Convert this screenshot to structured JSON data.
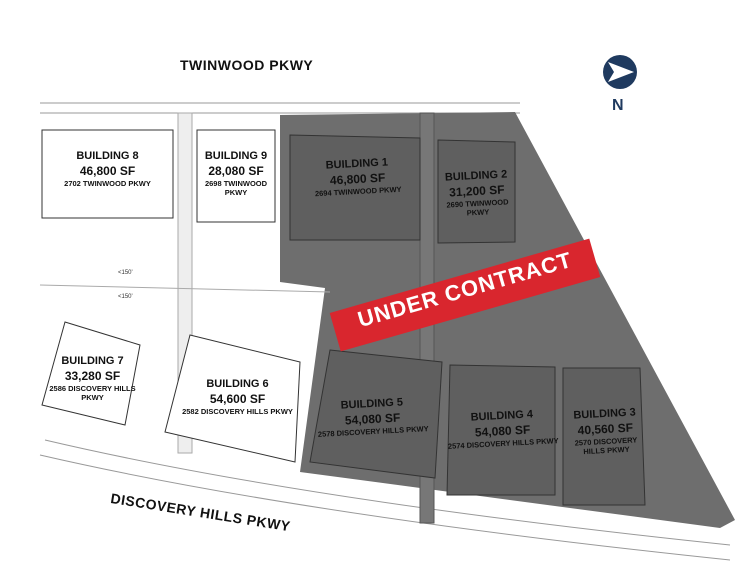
{
  "roads": {
    "north": "TWINWOOD PKWY",
    "south": "DISCOVERY HILLS PKWY"
  },
  "north_arrow": {
    "label": "N",
    "color": "#1f3a5f"
  },
  "banner": {
    "text": "UNDER CONTRACT",
    "color": "#d9262e"
  },
  "shaded_color": "#6e6e6e",
  "dimension_labels": [
    "<150'",
    "<150'"
  ],
  "buildings": [
    {
      "name": "BUILDING 8",
      "area": "46,800 SF",
      "address": "2702 TWINWOOD PKWY",
      "under_contract": false
    },
    {
      "name": "BUILDING 9",
      "area": "28,080 SF",
      "address": "2698 TWINWOOD PKWY",
      "under_contract": false
    },
    {
      "name": "BUILDING 1",
      "area": "46,800 SF",
      "address": "2694 TWINWOOD PKWY",
      "under_contract": true
    },
    {
      "name": "BUILDING 2",
      "area": "31,200 SF",
      "address": "2690 TWINWOOD PKWY",
      "under_contract": true
    },
    {
      "name": "BUILDING 7",
      "area": "33,280 SF",
      "address": "2586 DISCOVERY HILLS PKWY",
      "under_contract": false
    },
    {
      "name": "BUILDING 6",
      "area": "54,600 SF",
      "address": "2582 DISCOVERY HILLS PKWY",
      "under_contract": false
    },
    {
      "name": "BUILDING 5",
      "area": "54,080 SF",
      "address": "2578 DISCOVERY HILLS PKWY",
      "under_contract": true
    },
    {
      "name": "BUILDING 4",
      "area": "54,080 SF",
      "address": "2574 DISCOVERY HILLS PKWY",
      "under_contract": true
    },
    {
      "name": "BUILDING 3",
      "area": "40,560 SF",
      "address": "2570 DISCOVERY HILLS PKWY",
      "under_contract": true
    }
  ]
}
